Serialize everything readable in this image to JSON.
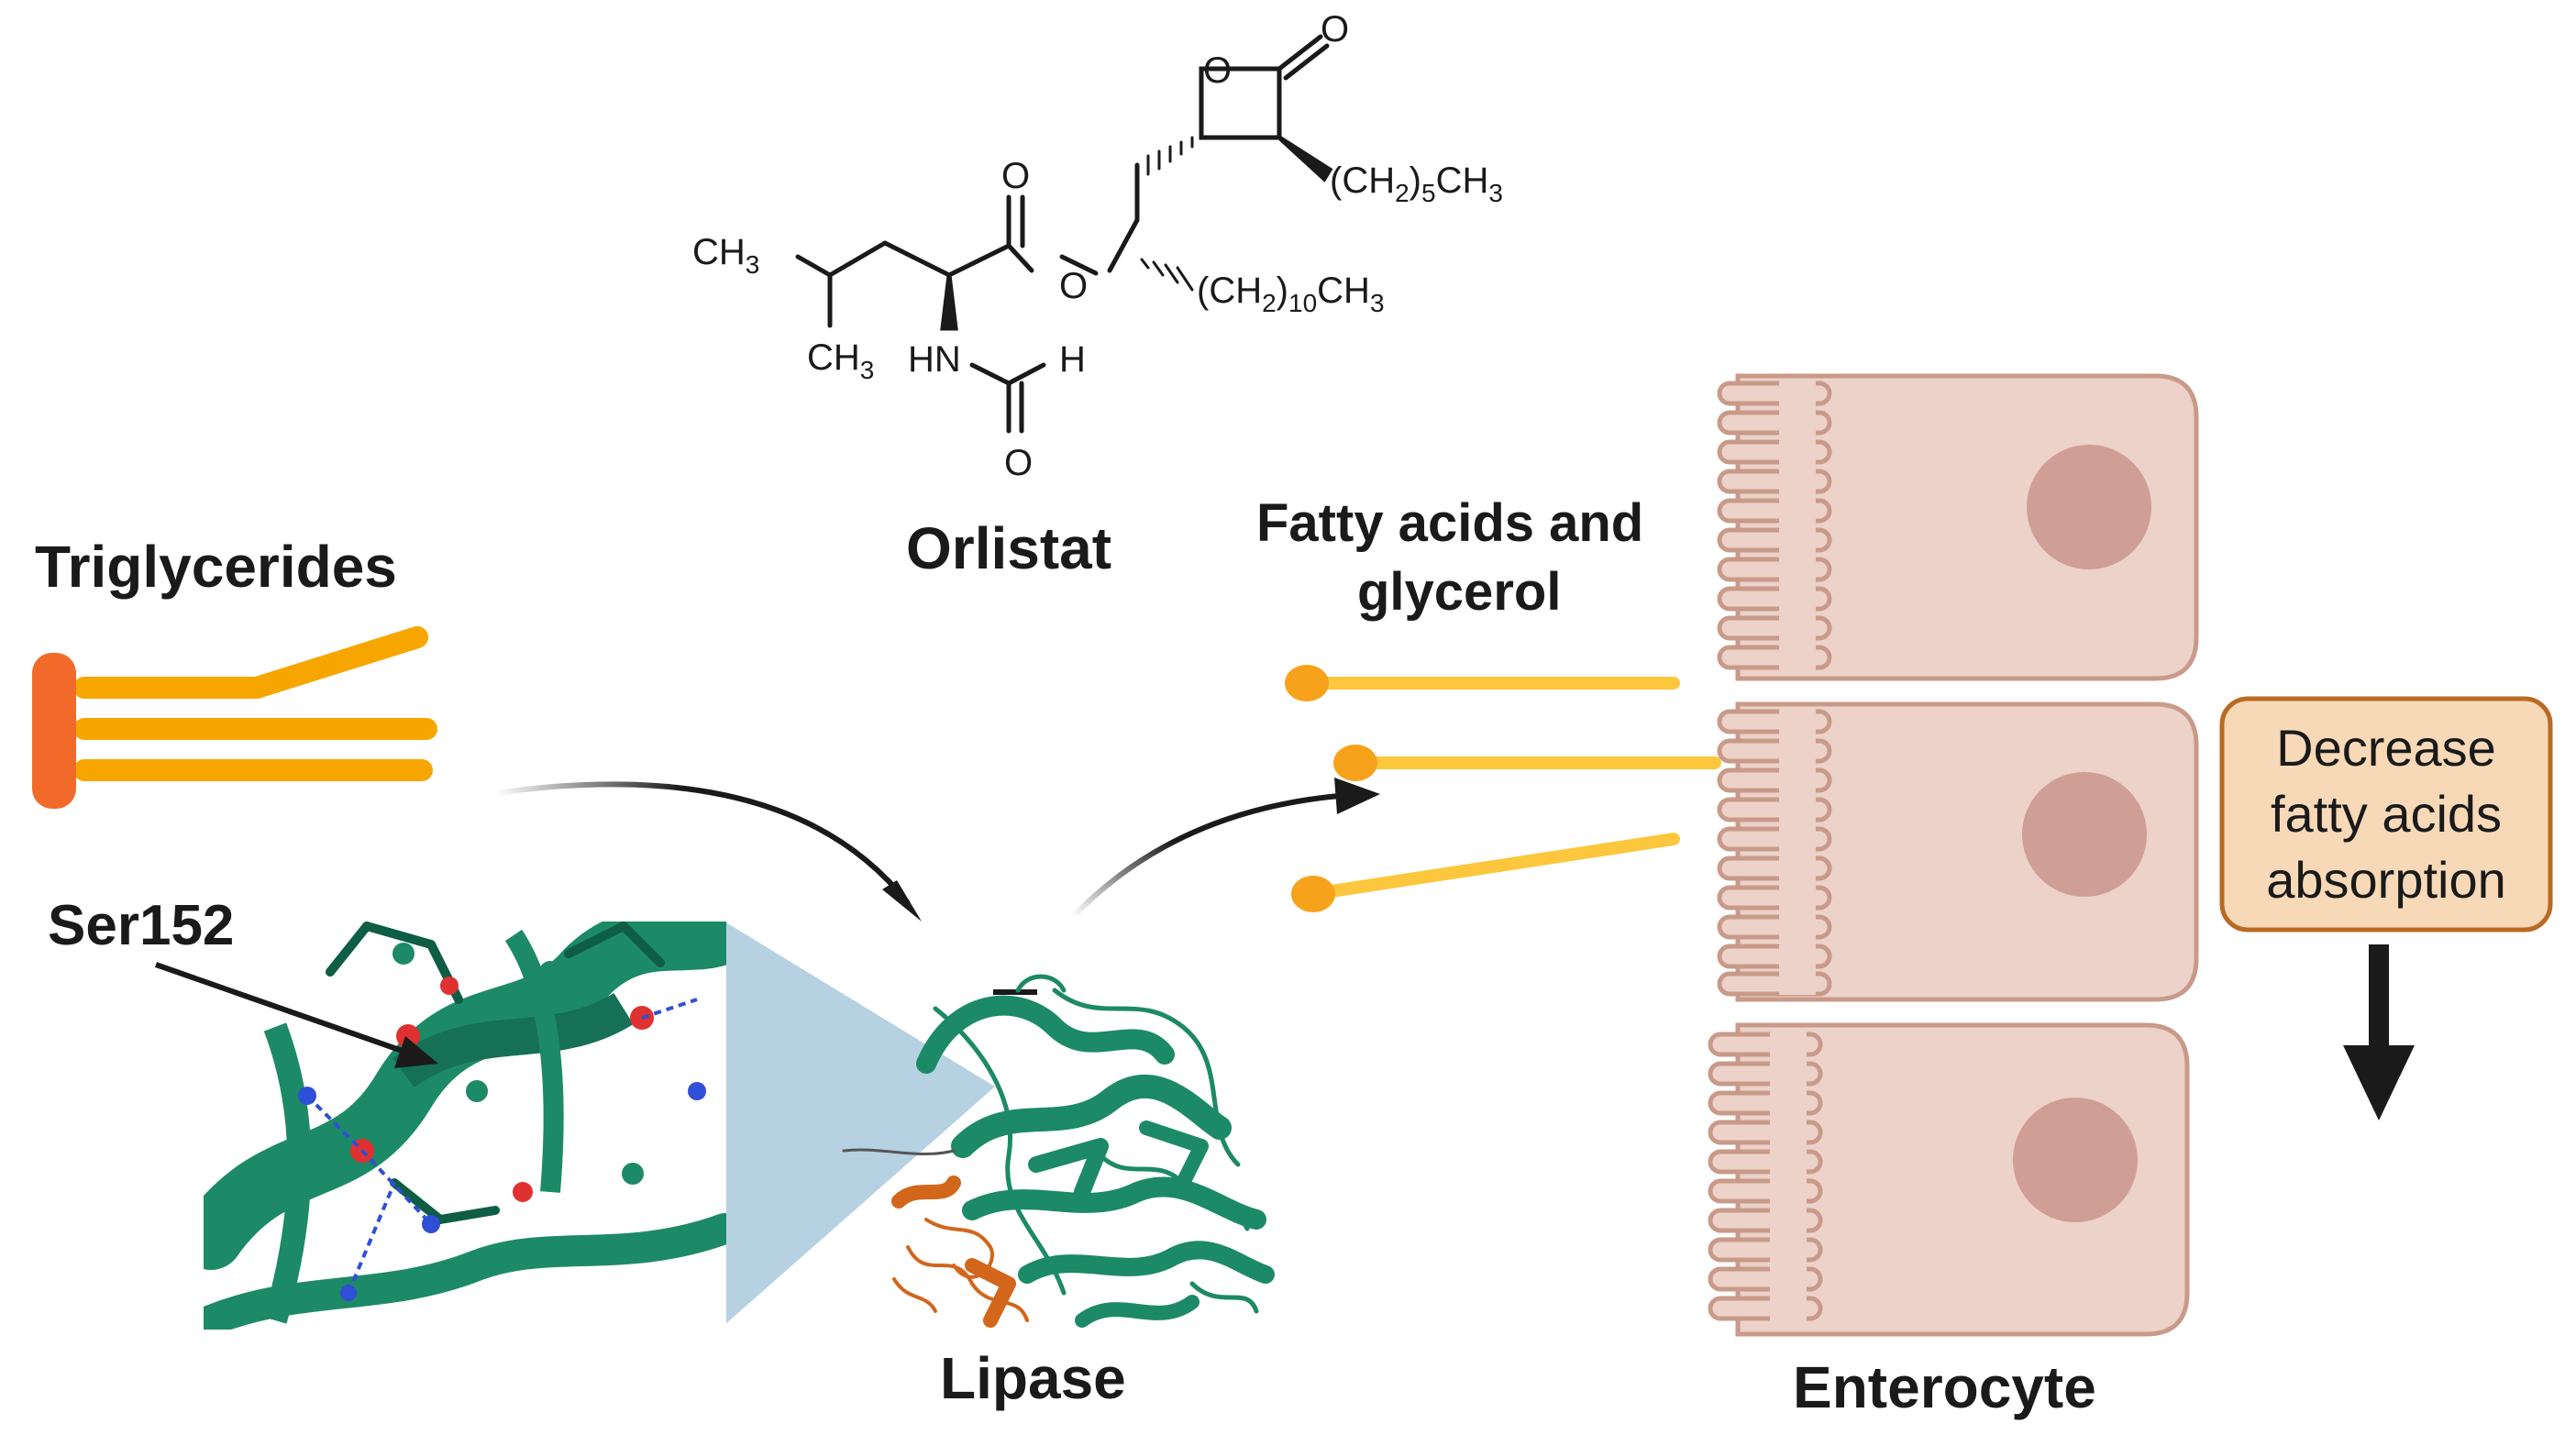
{
  "labels": {
    "triglycerides": "Triglycerides",
    "orlistat": "Orlistat",
    "fatty_acids_line1": "Fatty acids and",
    "fatty_acids_line2": "glycerol",
    "ser152": "Ser152",
    "lipase": "Lipase",
    "enterocyte": "Enterocyte"
  },
  "effect_box": {
    "line1": "Decrease",
    "line2": "fatty acids",
    "line3": "absorption"
  },
  "orlistat_structure": {
    "ch3_top": "CH",
    "ch3_top_sub": "3",
    "ch3_bottom": "CH",
    "ch3_bottom_sub": "3",
    "hn": "HN",
    "h": "H",
    "o_carbonyl_top": "O",
    "o_ester": "O",
    "o_formyl": "O",
    "o_lactone_ring": "O",
    "o_lactone_carbonyl": "O",
    "chain_hexyl_pre": "(CH",
    "chain_hexyl_sub1": "2",
    "chain_hexyl_mid": ")",
    "chain_hexyl_sub2": "5",
    "chain_hexyl_post": "CH",
    "chain_hexyl_sub3": "3",
    "chain_undecyl_pre": "(CH",
    "chain_undecyl_sub1": "2",
    "chain_undecyl_mid": ")",
    "chain_undecyl_sub2": "10",
    "chain_undecyl_post": "CH",
    "chain_undecyl_sub3": "3"
  },
  "colors": {
    "triglyceride_head": "#f26a2a",
    "triglyceride_tail": "#f7a600",
    "fatty_acid_tail": "#fcc73c",
    "fatty_acid_head": "#f7a21b",
    "protein_green": "#1c8a66",
    "protein_orange": "#d2661b",
    "zoom_cone": "#a9c9dd",
    "cell_fill": "#ecd2c9",
    "cell_stroke": "#c99a89",
    "nucleus": "#cf9e94",
    "effect_box_fill": "#f7d9b8",
    "effect_box_stroke": "#b96a23",
    "arrow": "#1a1a1a"
  }
}
